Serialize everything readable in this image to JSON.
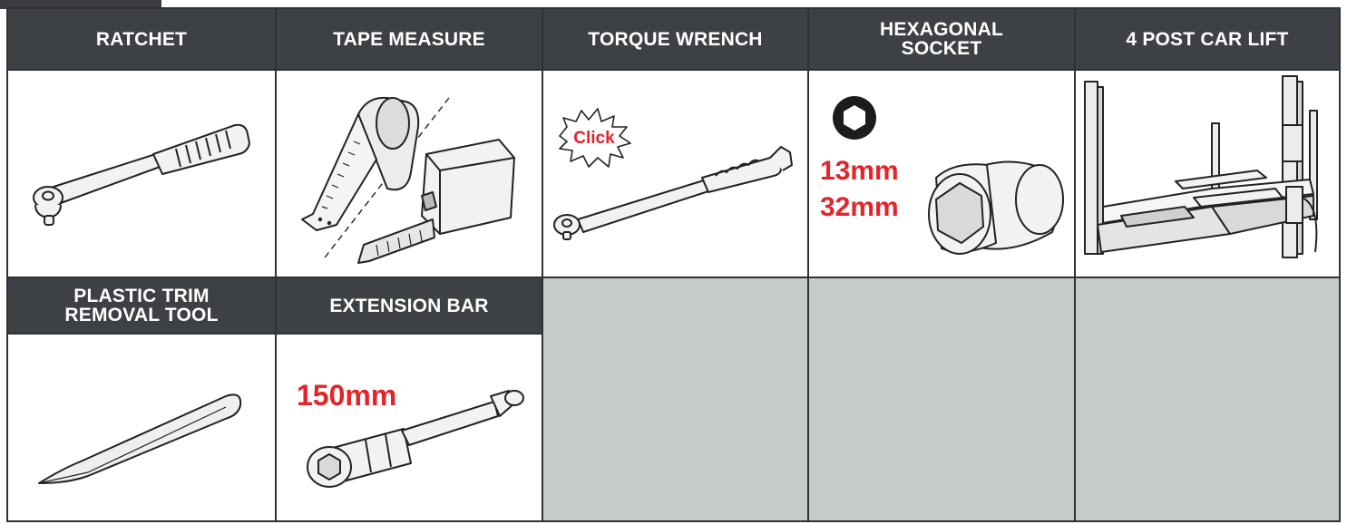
{
  "tools": {
    "ratchet": {
      "title": "RATCHET"
    },
    "tape_measure": {
      "title": "TAPE MEASURE"
    },
    "torque_wrench": {
      "title": "TORQUE WRENCH",
      "click_label": "Click"
    },
    "hexagonal_socket": {
      "title_line1": "HEXAGONAL",
      "title_line2": "SOCKET",
      "sizes": [
        "13mm",
        "32mm"
      ]
    },
    "car_lift": {
      "title": "4 POST CAR LIFT"
    },
    "trim_tool": {
      "title_line1": "PLASTIC TRIM",
      "title_line2": "REMOVAL TOOL"
    },
    "extension_bar": {
      "title": "EXTENSION BAR",
      "length": "150mm"
    }
  },
  "colors": {
    "header_bg": "#3d4044",
    "border": "#2f3134",
    "empty_cell": "#c6cbca",
    "accent_red": "#e2242b"
  }
}
